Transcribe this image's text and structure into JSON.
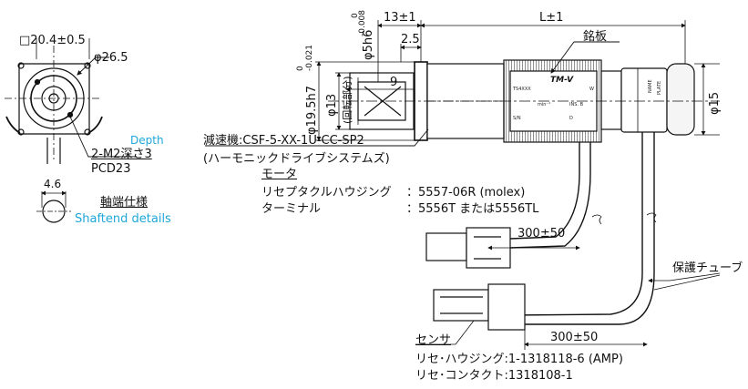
{
  "colors": {
    "line": "#111111",
    "accent_text": "#1fa7d9",
    "hatch": "#444444"
  },
  "front_view": {
    "square_dim": "□20.4±0.5",
    "diameter_outer": "φ26.5",
    "depth_label": "Depth",
    "tap_label": "2-M2深さ3",
    "pcd_label": "PCD23"
  },
  "shaft_end": {
    "width_dim": "4.6",
    "title_jp": "軸端仕様",
    "title_en": "Shaftend details"
  },
  "side_view": {
    "dim_13": "13±1",
    "dim_L": "L±1",
    "dim_2_5": "2.5",
    "dim_9": "9",
    "shaft_dia": "φ5h6",
    "shaft_tol_upper": "0",
    "shaft_tol_lower": "-0.008",
    "flange_dia": "φ19.5h7",
    "flange_tol_upper": "0",
    "flange_tol_lower": "-0.021",
    "rot_dia": "φ13",
    "rot_part": "(回転部分)",
    "rear_dia": "φ15",
    "nameplate_label": "銘板"
  },
  "nameplate": {
    "model": "TS4XXX",
    "brand": "TM-V",
    "unit_w": "W",
    "min": "min⁻¹",
    "ins": "INS. B",
    "sn": "S/N",
    "d": "D",
    "name": "NAME",
    "plate": "PLATE"
  },
  "reducer": {
    "label": "減速機:CSF-5-XX-1U-CC-SP2",
    "maker": "(ハーモニックドライブシステムズ)"
  },
  "motor": {
    "title": "モータ",
    "housing_key": "リセプタクルハウジング",
    "housing_val": "：5557-06R (molex)",
    "terminal_key": "ターミナル",
    "terminal_val": "：5556T または5556TL"
  },
  "cables": {
    "len_motor": "300±50",
    "len_sensor": "300±50",
    "tube_label": "保護チューブ"
  },
  "sensor": {
    "title": "センサ",
    "housing": "リセ･ハウジング:1-1318118-6 (AMP)",
    "contact": "リセ･コンタクト:1318108-1"
  }
}
